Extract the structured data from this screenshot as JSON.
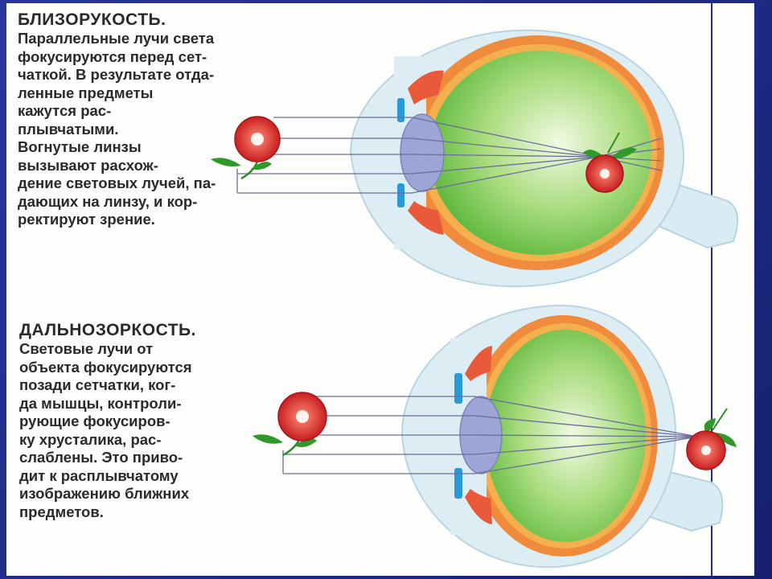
{
  "myopia": {
    "title": "БЛИЗОРУКОСТЬ.",
    "lines": [
      "Параллельные лучи света",
      "фокусируются перед сет-",
      "чаткой. В результате отда-",
      "ленные предметы",
      "кажутся рас-",
      "плывчатыми.",
      "Вогнутые линзы",
      "вызывают расхож-",
      "дение световых лучей, па-",
      "дающих на линзу, и кор-",
      "ректируют зрение."
    ]
  },
  "hyperopia": {
    "title": "ДАЛЬНОЗОРКОСТЬ.",
    "lines": [
      "Световые лучи от",
      "объекта фокусируются",
      "позади сетчатки, ког-",
      "да мышцы, контроли-",
      "рующие фокусиров-",
      "ку хрусталика, рас-",
      "слаблены. Это приво-",
      "дит к расплывчатому",
      "изображению ближних",
      "предметов."
    ]
  },
  "colors": {
    "background": "#1d2a8a",
    "page": "#fdfdfb",
    "text": "#2a2a2a",
    "sclera_outer": "#d9ecf3",
    "sclera_orange": "#f08a3c",
    "vitreous": "#6cc24a",
    "lens": "#9ea4d6",
    "ray": "#6a6f9a",
    "rose": "#d8282a",
    "iris_blue": "#2a9ad6"
  }
}
